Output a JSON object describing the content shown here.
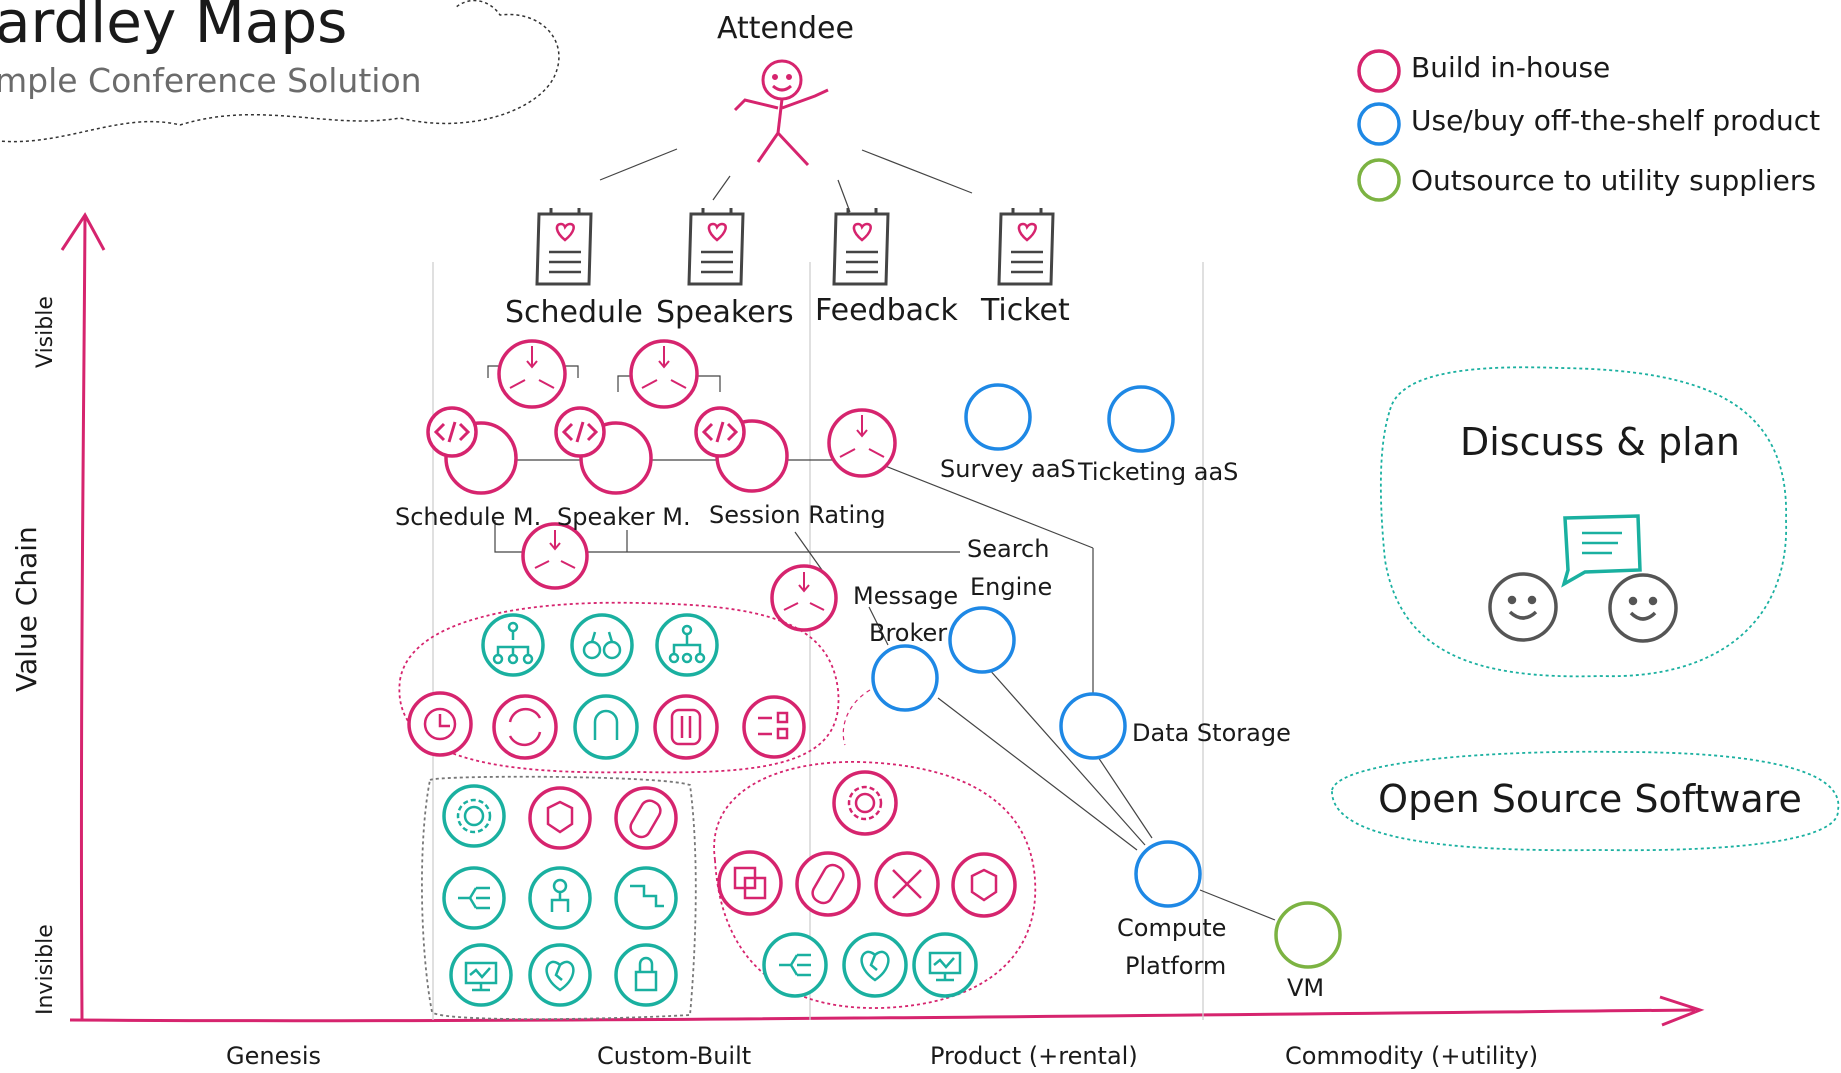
{
  "title": "ardley Maps",
  "subtitle": "mple Conference Solution",
  "anchor": "Attendee",
  "needs": [
    "Schedule",
    "Speakers",
    "Feedback",
    "Ticket"
  ],
  "components": {
    "schedule_m": "Schedule M.",
    "speaker_m": "Speaker M.",
    "session_rating": "Session Rating",
    "survey_aas": "Survey aaS",
    "ticketing_aas": "Ticketing aaS",
    "search_engine": [
      "Search",
      "Engine"
    ],
    "message_broker": [
      "Message",
      "Broker"
    ],
    "data_storage": "Data Storage",
    "compute_platform": [
      "Compute",
      "Platform"
    ],
    "vm": "VM"
  },
  "axes": {
    "y_label": "Value Chain",
    "y_top": "Visible",
    "y_bottom": "Invisible",
    "x_stages": [
      "Genesis",
      "Custom-Built",
      "Product (+rental)",
      "Commodity (+utility)"
    ]
  },
  "legend": [
    {
      "label": "Build in-house",
      "color": "#d6246e"
    },
    {
      "label": "Use/buy off-the-shelf product",
      "color": "#1e88e5"
    },
    {
      "label": "Outsource to utility suppliers",
      "color": "#7cb342"
    }
  ],
  "panels": {
    "discuss": "Discuss & plan",
    "oss": "Open Source Software"
  },
  "colors": {
    "pink": "#d6246e",
    "blue": "#1e88e5",
    "green": "#7cb342",
    "teal": "#1ab0a0",
    "grey": "#555555"
  }
}
